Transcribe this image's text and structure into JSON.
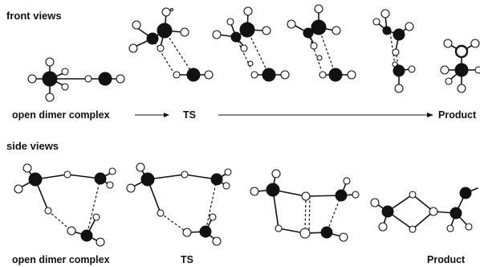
{
  "front_views": {
    "heading": "front views",
    "label_left": "open dimer complex",
    "label_mid": "TS",
    "label_right": "Product"
  },
  "side_views": {
    "heading": "side views",
    "label_left": "open dimer complex",
    "label_mid": "TS",
    "label_right": "Product"
  },
  "colors": {
    "ink": "#111111",
    "background": "#ffffff"
  }
}
